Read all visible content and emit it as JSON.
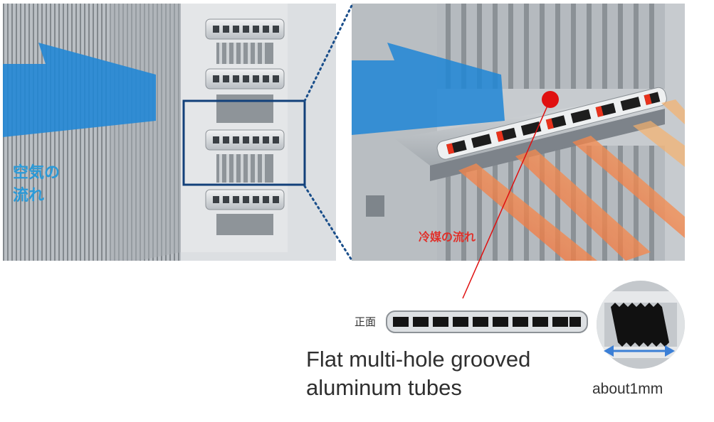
{
  "labels": {
    "air_flow": [
      "空気の",
      "流れ"
    ],
    "refrigerant_flow": "冷媒の流れ",
    "front_view": "正面",
    "caption_lines": [
      "Flat multi-hole grooved",
      "aluminum tubes"
    ],
    "tube_width": "about1mm"
  },
  "colors": {
    "air_arrow": "#1f86d6",
    "air_text": "#2a9ad8",
    "refrigerant_arrow": "#f25a2a",
    "refrigerant_arrow_light": "#f8b06a",
    "highlight_box": "#12407a",
    "pointer_line": "#e01010",
    "width_arrow": "#3b7fd6"
  },
  "icons": [
    "air-flow-arrow",
    "refrigerant-flow-arrow",
    "pointer-dot",
    "width-arrow"
  ]
}
